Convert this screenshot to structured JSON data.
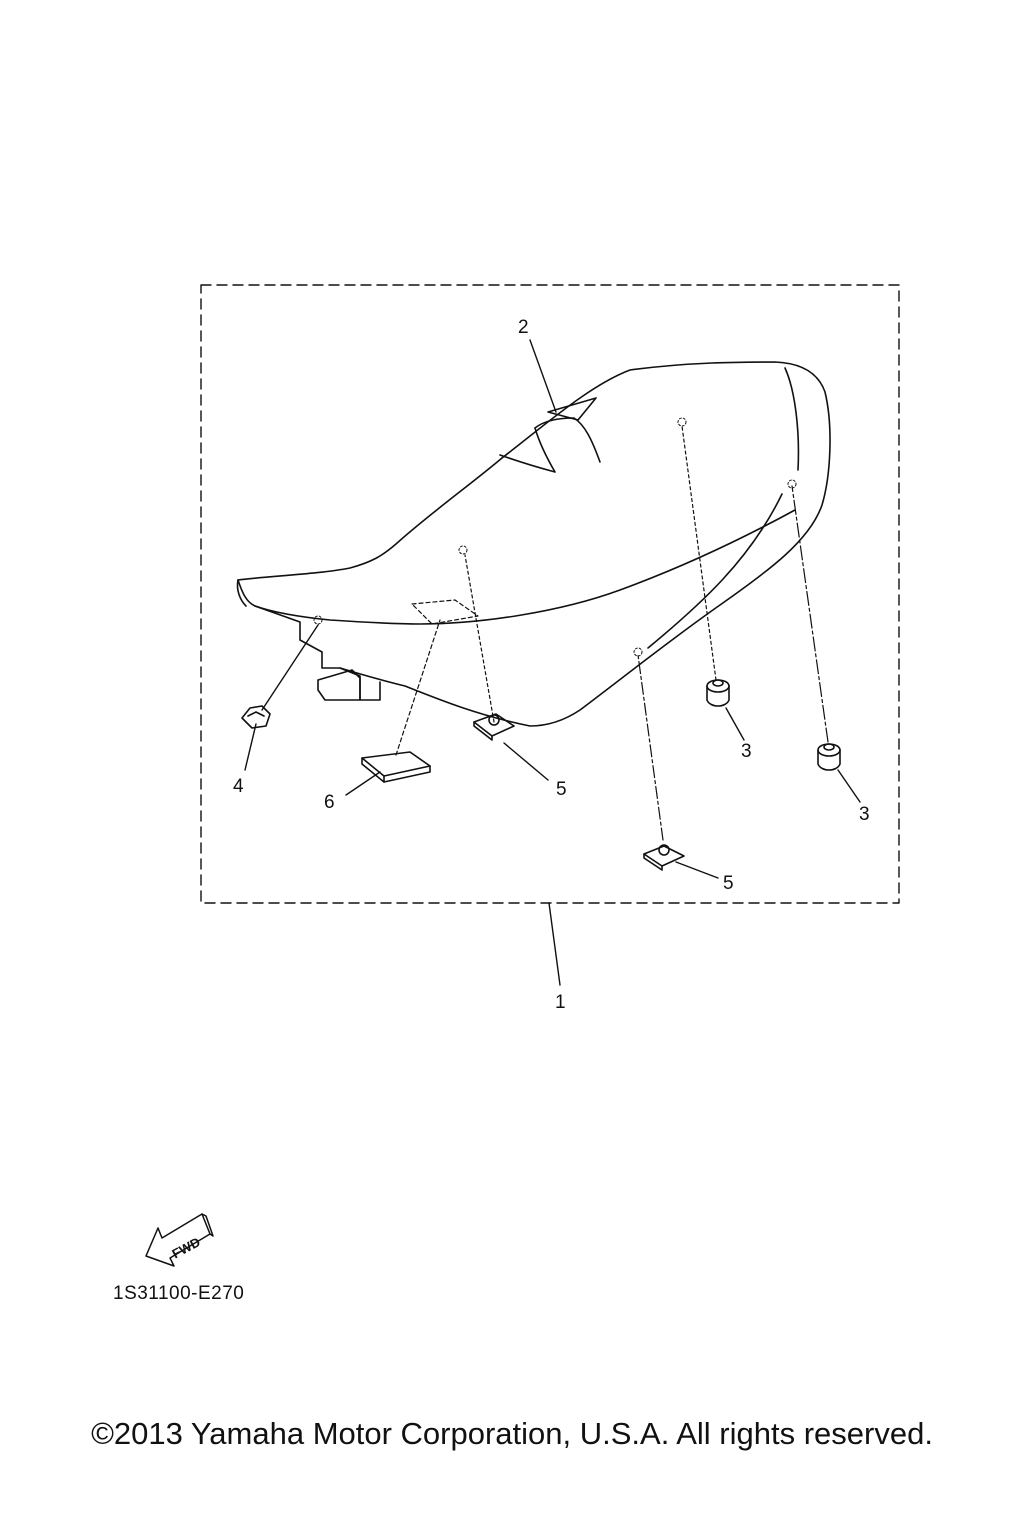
{
  "diagram": {
    "callouts": {
      "c1": "1",
      "c2": "2",
      "c3a": "3",
      "c3b": "3",
      "c4": "4",
      "c5a": "5",
      "c5b": "5",
      "c6": "6"
    },
    "fwd_label": "FWD",
    "drawing_code": "1S31100-E270"
  },
  "footer": {
    "copyright": "©2013 Yamaha Motor Corporation, U.S.A. All rights reserved."
  }
}
